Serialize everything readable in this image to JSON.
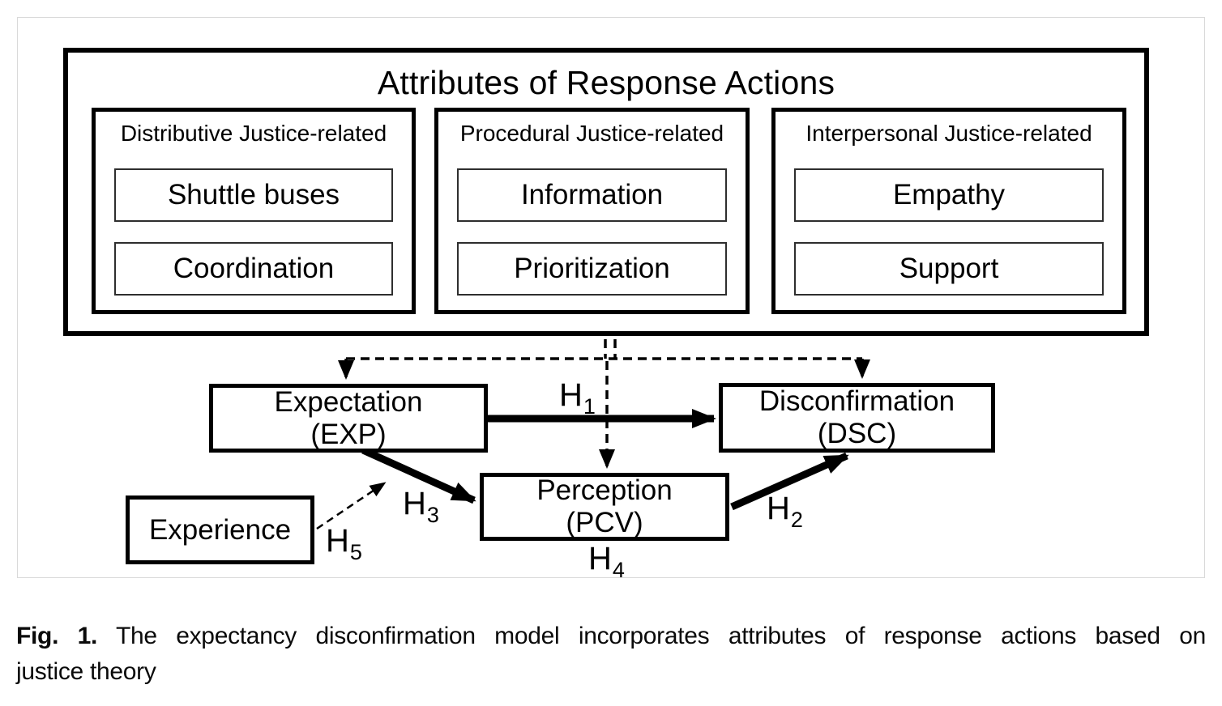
{
  "figure": {
    "attributes_box": {
      "title": "Attributes of Response Actions",
      "groups": [
        {
          "label": "Distributive Justice-related",
          "items": [
            "Shuttle buses",
            "Coordination"
          ]
        },
        {
          "label": "Procedural Justice-related",
          "items": [
            "Information",
            "Prioritization"
          ]
        },
        {
          "label": "Interpersonal Justice-related",
          "items": [
            "Empathy",
            "Support"
          ]
        }
      ]
    },
    "nodes": {
      "expectation": {
        "title": "Expectation",
        "abbr": "(EXP)"
      },
      "disconfirmation": {
        "title": "Disconfirmation",
        "abbr": "(DSC)"
      },
      "perception": {
        "title": "Perception",
        "abbr": "(PCV)"
      },
      "experience": {
        "title": "Experience"
      }
    },
    "hypotheses": {
      "h1": {
        "base": "H",
        "sub": "1"
      },
      "h2": {
        "base": "H",
        "sub": "2"
      },
      "h3": {
        "base": "H",
        "sub": "3"
      },
      "h4": {
        "base": "H",
        "sub": "4"
      },
      "h5": {
        "base": "H",
        "sub": "5"
      }
    },
    "colors": {
      "line": "#000000",
      "frame_border": "#d9d9d9",
      "background": "#ffffff"
    }
  },
  "caption": {
    "fig_label": "Fig. 1.",
    "line1_rest": "The expectancy disconfirmation model incorporates attributes of response actions based on",
    "line2": "justice theory"
  }
}
